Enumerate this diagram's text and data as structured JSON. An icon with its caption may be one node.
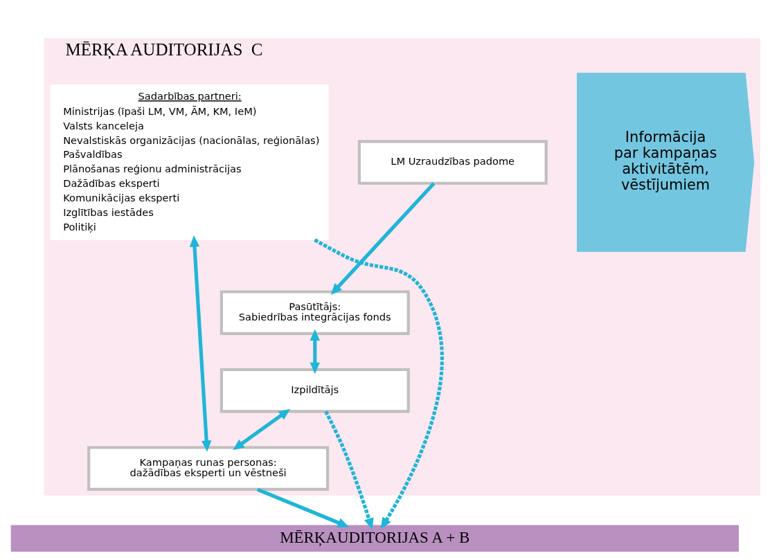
{
  "diagram": {
    "nodes": [
      {
        "text": [
          "MĒRĶA AUDITORIJAS  C"
        ]
      },
      {
        "text": [
          "LM Uzraudzības padome"
        ],
        "in": 0
      },
      {
        "text": [
          "Pasūtītājs: Sabiedrības integrācijas fonds"
        ],
        "in": 0
      },
      {
        "text": [
          "Izpildītājs"
        ],
        "in": 0
      },
      {
        "text": [
          "Informācija par kampaņas aktivitātēm, vēstījumiem"
        ],
        "in": 0
      },
      {
        "text": [
          "Sadarbības partneri:",
          "Ministrijas (īpaši LM, VM, ĀM, KM, IeM)",
          "Valsts kanceleja",
          "Nevalstiskās organizācijas (nacionālas, reģionālas)",
          "Pašvaldības",
          "Plānošanas reģionu administrācijas",
          "Dažādības eksperti",
          "Komunikācijas eksperti",
          "Izglītības iestādes",
          "Politiķi"
        ],
        "in": 0
      },
      {
        "text": [
          "Kampaņas runas personas: dažādības eksperti un vēstneši"
        ],
        "in": 0
      },
      {
        "text": [
          "MĒRĶAUDITORIJAS A + B"
        ]
      }
    ],
    "edges": [
      {
        "from": 1,
        "to": 2,
        "arrow": "to"
      },
      {
        "from": 2,
        "to": 3,
        "arrow": "both"
      },
      {
        "from": 3,
        "to": 7,
        "arrow": "to",
        "style": "dashed"
      },
      {
        "from": 3,
        "to": 6,
        "arrow": "both"
      },
      {
        "from": 5,
        "to": 6,
        "arrow": "both"
      },
      {
        "from": 5,
        "to": 7,
        "arrow": "to",
        "style": "dashed"
      },
      {
        "from": 6,
        "to": 7,
        "arrow": "to"
      }
    ]
  }
}
